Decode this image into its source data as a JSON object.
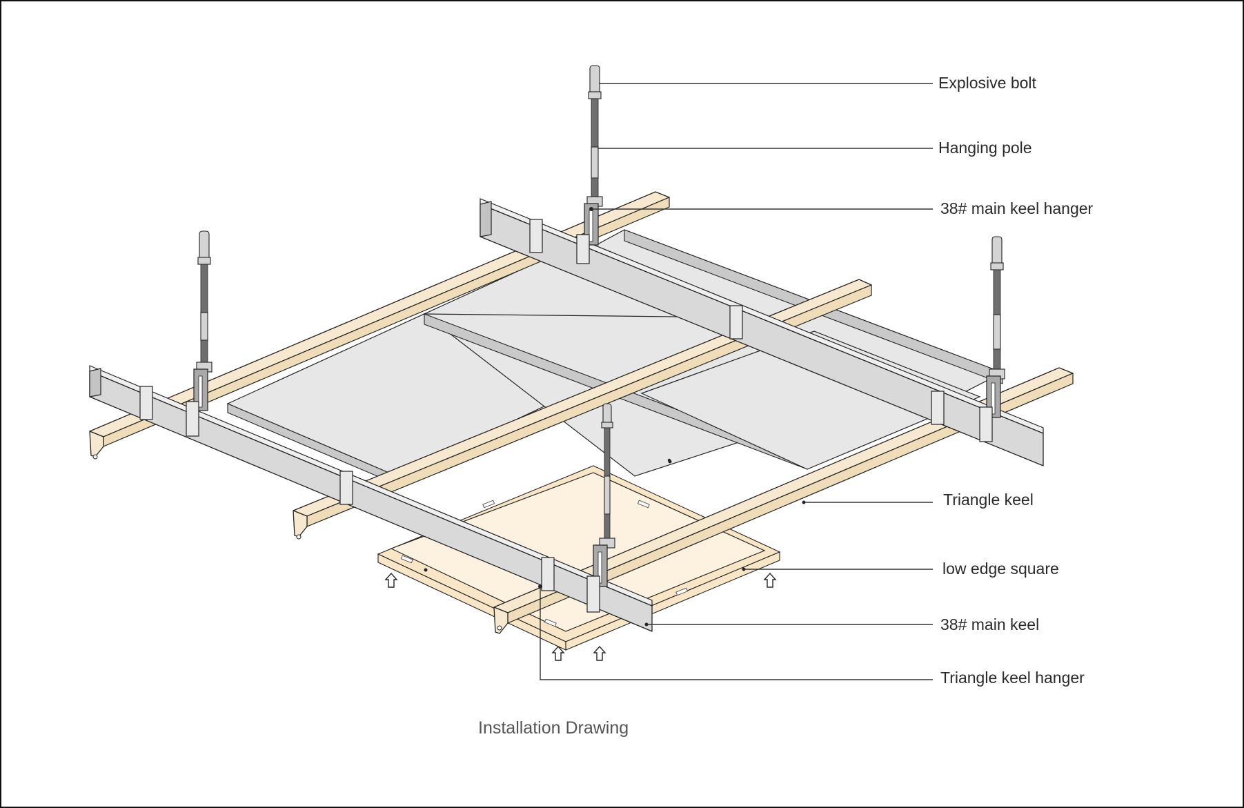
{
  "drawing": {
    "caption": "Installation Drawing",
    "labels": [
      {
        "id": "explosive-bolt",
        "text": "Explosive bolt"
      },
      {
        "id": "hanging-pole",
        "text": "Hanging pole"
      },
      {
        "id": "main-keel-hanger",
        "text": "38# main keel hanger"
      },
      {
        "id": "triangle-keel",
        "text": "Triangle keel"
      },
      {
        "id": "low-edge-square",
        "text": "low edge square"
      },
      {
        "id": "main-keel",
        "text": "38# main keel"
      },
      {
        "id": "triangle-keel-hanger",
        "text": "Triangle keel hanger"
      }
    ]
  },
  "colors": {
    "triangle_keel": "#f7e9cf",
    "main_keel": "#d9d9d9",
    "panel": "#e7e7e7",
    "low_edge_square": "#fdf2e0",
    "border": "#111111",
    "label_text": "#2a2a2a",
    "caption_text": "#555555"
  }
}
